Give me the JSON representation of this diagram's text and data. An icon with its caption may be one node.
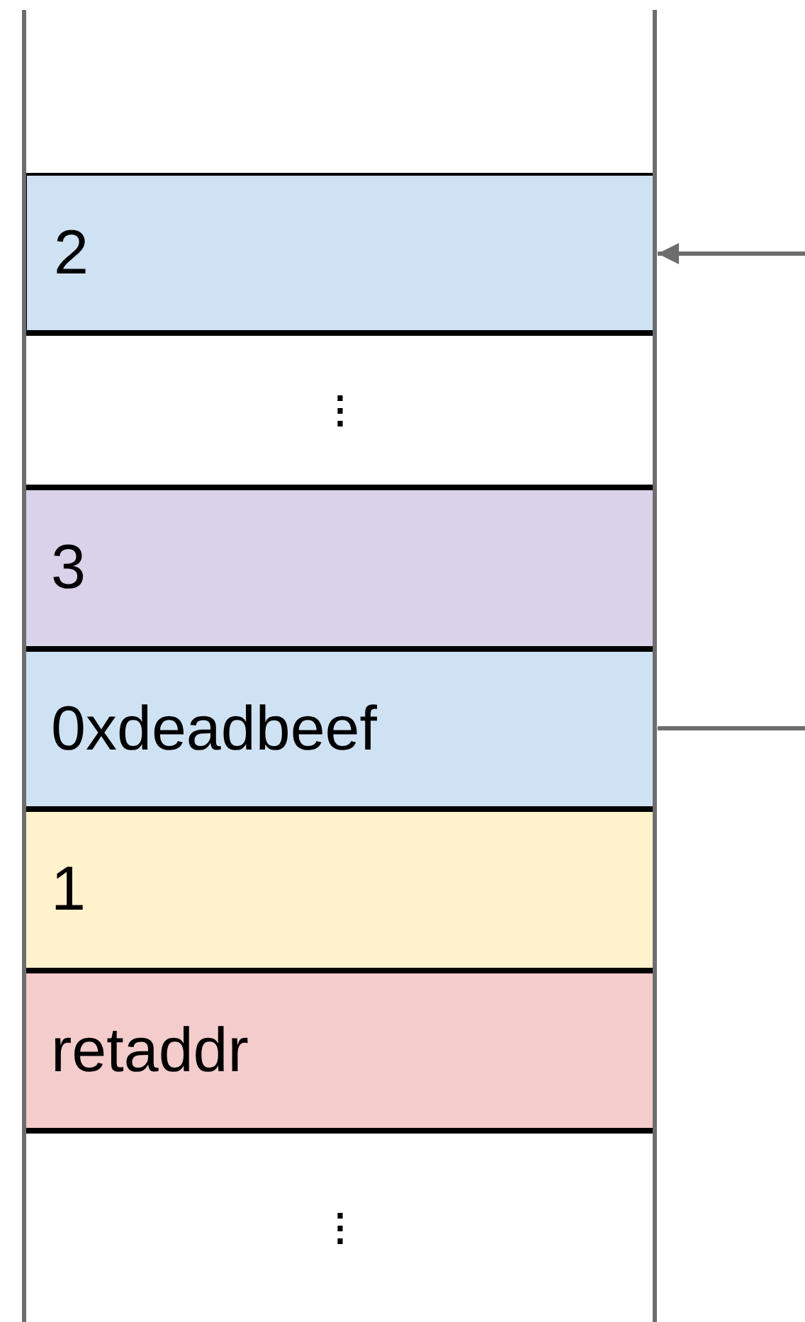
{
  "diagram": {
    "nodes": [
      {
        "text": [
          "2"
        ]
      },
      {
        "text": [
          "⋮"
        ]
      },
      {
        "text": [
          "3"
        ]
      },
      {
        "text": [
          "0xdeadbeef"
        ]
      },
      {
        "text": [
          "1"
        ]
      },
      {
        "text": [
          "retaddr"
        ]
      },
      {
        "text": [
          "⋮"
        ]
      }
    ],
    "edges": [
      {
        "from": null,
        "to": 0,
        "arrow": "to"
      },
      {
        "from": 3,
        "to": null,
        "arrow": "none"
      }
    ]
  }
}
